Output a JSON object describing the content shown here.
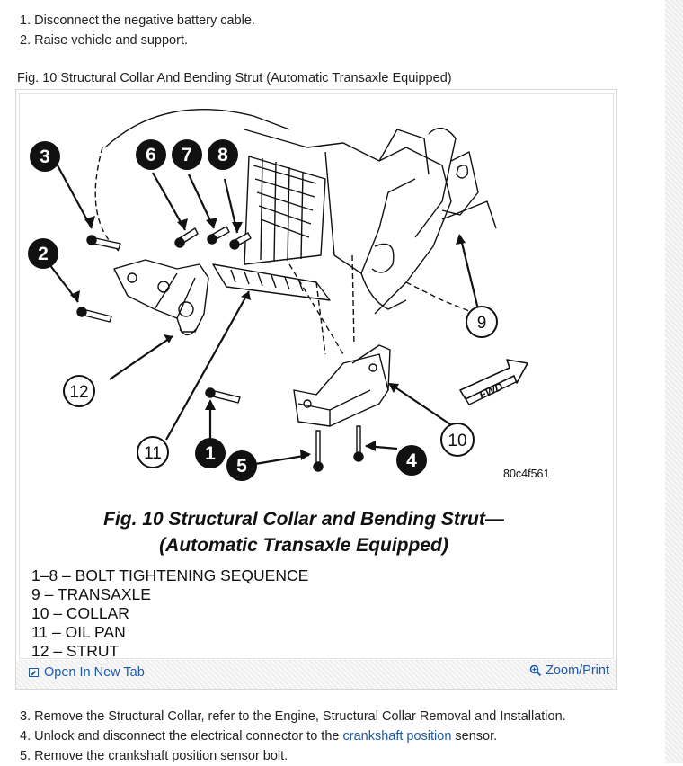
{
  "steps_top": [
    "1. Disconnect the negative battery cable.",
    "2. Raise vehicle and support."
  ],
  "figure": {
    "caption": "Fig. 10 Structural Collar And Bending Strut (Automatic Transaxle Equipped)",
    "diagram_title_line1": "Fig. 10 Structural Collar and Bending Strut—",
    "diagram_title_line2": "(Automatic Transaxle Equipped)",
    "diagram_code": "80c4f561",
    "fwd_label": "FWD",
    "callouts_black": [
      "1",
      "3",
      "2",
      "4",
      "5",
      "6",
      "7",
      "8"
    ],
    "callouts_white": [
      "9",
      "10",
      "11",
      "12"
    ],
    "legend": [
      "1–8 – BOLT TIGHTENING SEQUENCE",
      "9 – TRANSAXLE",
      "10 – COLLAR",
      "11 – OIL PAN",
      "12 – STRUT"
    ],
    "open_tab_label": "Open In New Tab",
    "zoom_label": "Zoom/Print"
  },
  "steps_bottom": {
    "step3": "3. Remove the Structural Collar, refer to the Engine, Structural Collar Removal and Installation.",
    "step4_before": "4. Unlock and disconnect the electrical connector to the ",
    "step4_link": "crankshaft position",
    "step4_after": " sensor.",
    "step5": "5. Remove the crankshaft position sensor bolt."
  }
}
